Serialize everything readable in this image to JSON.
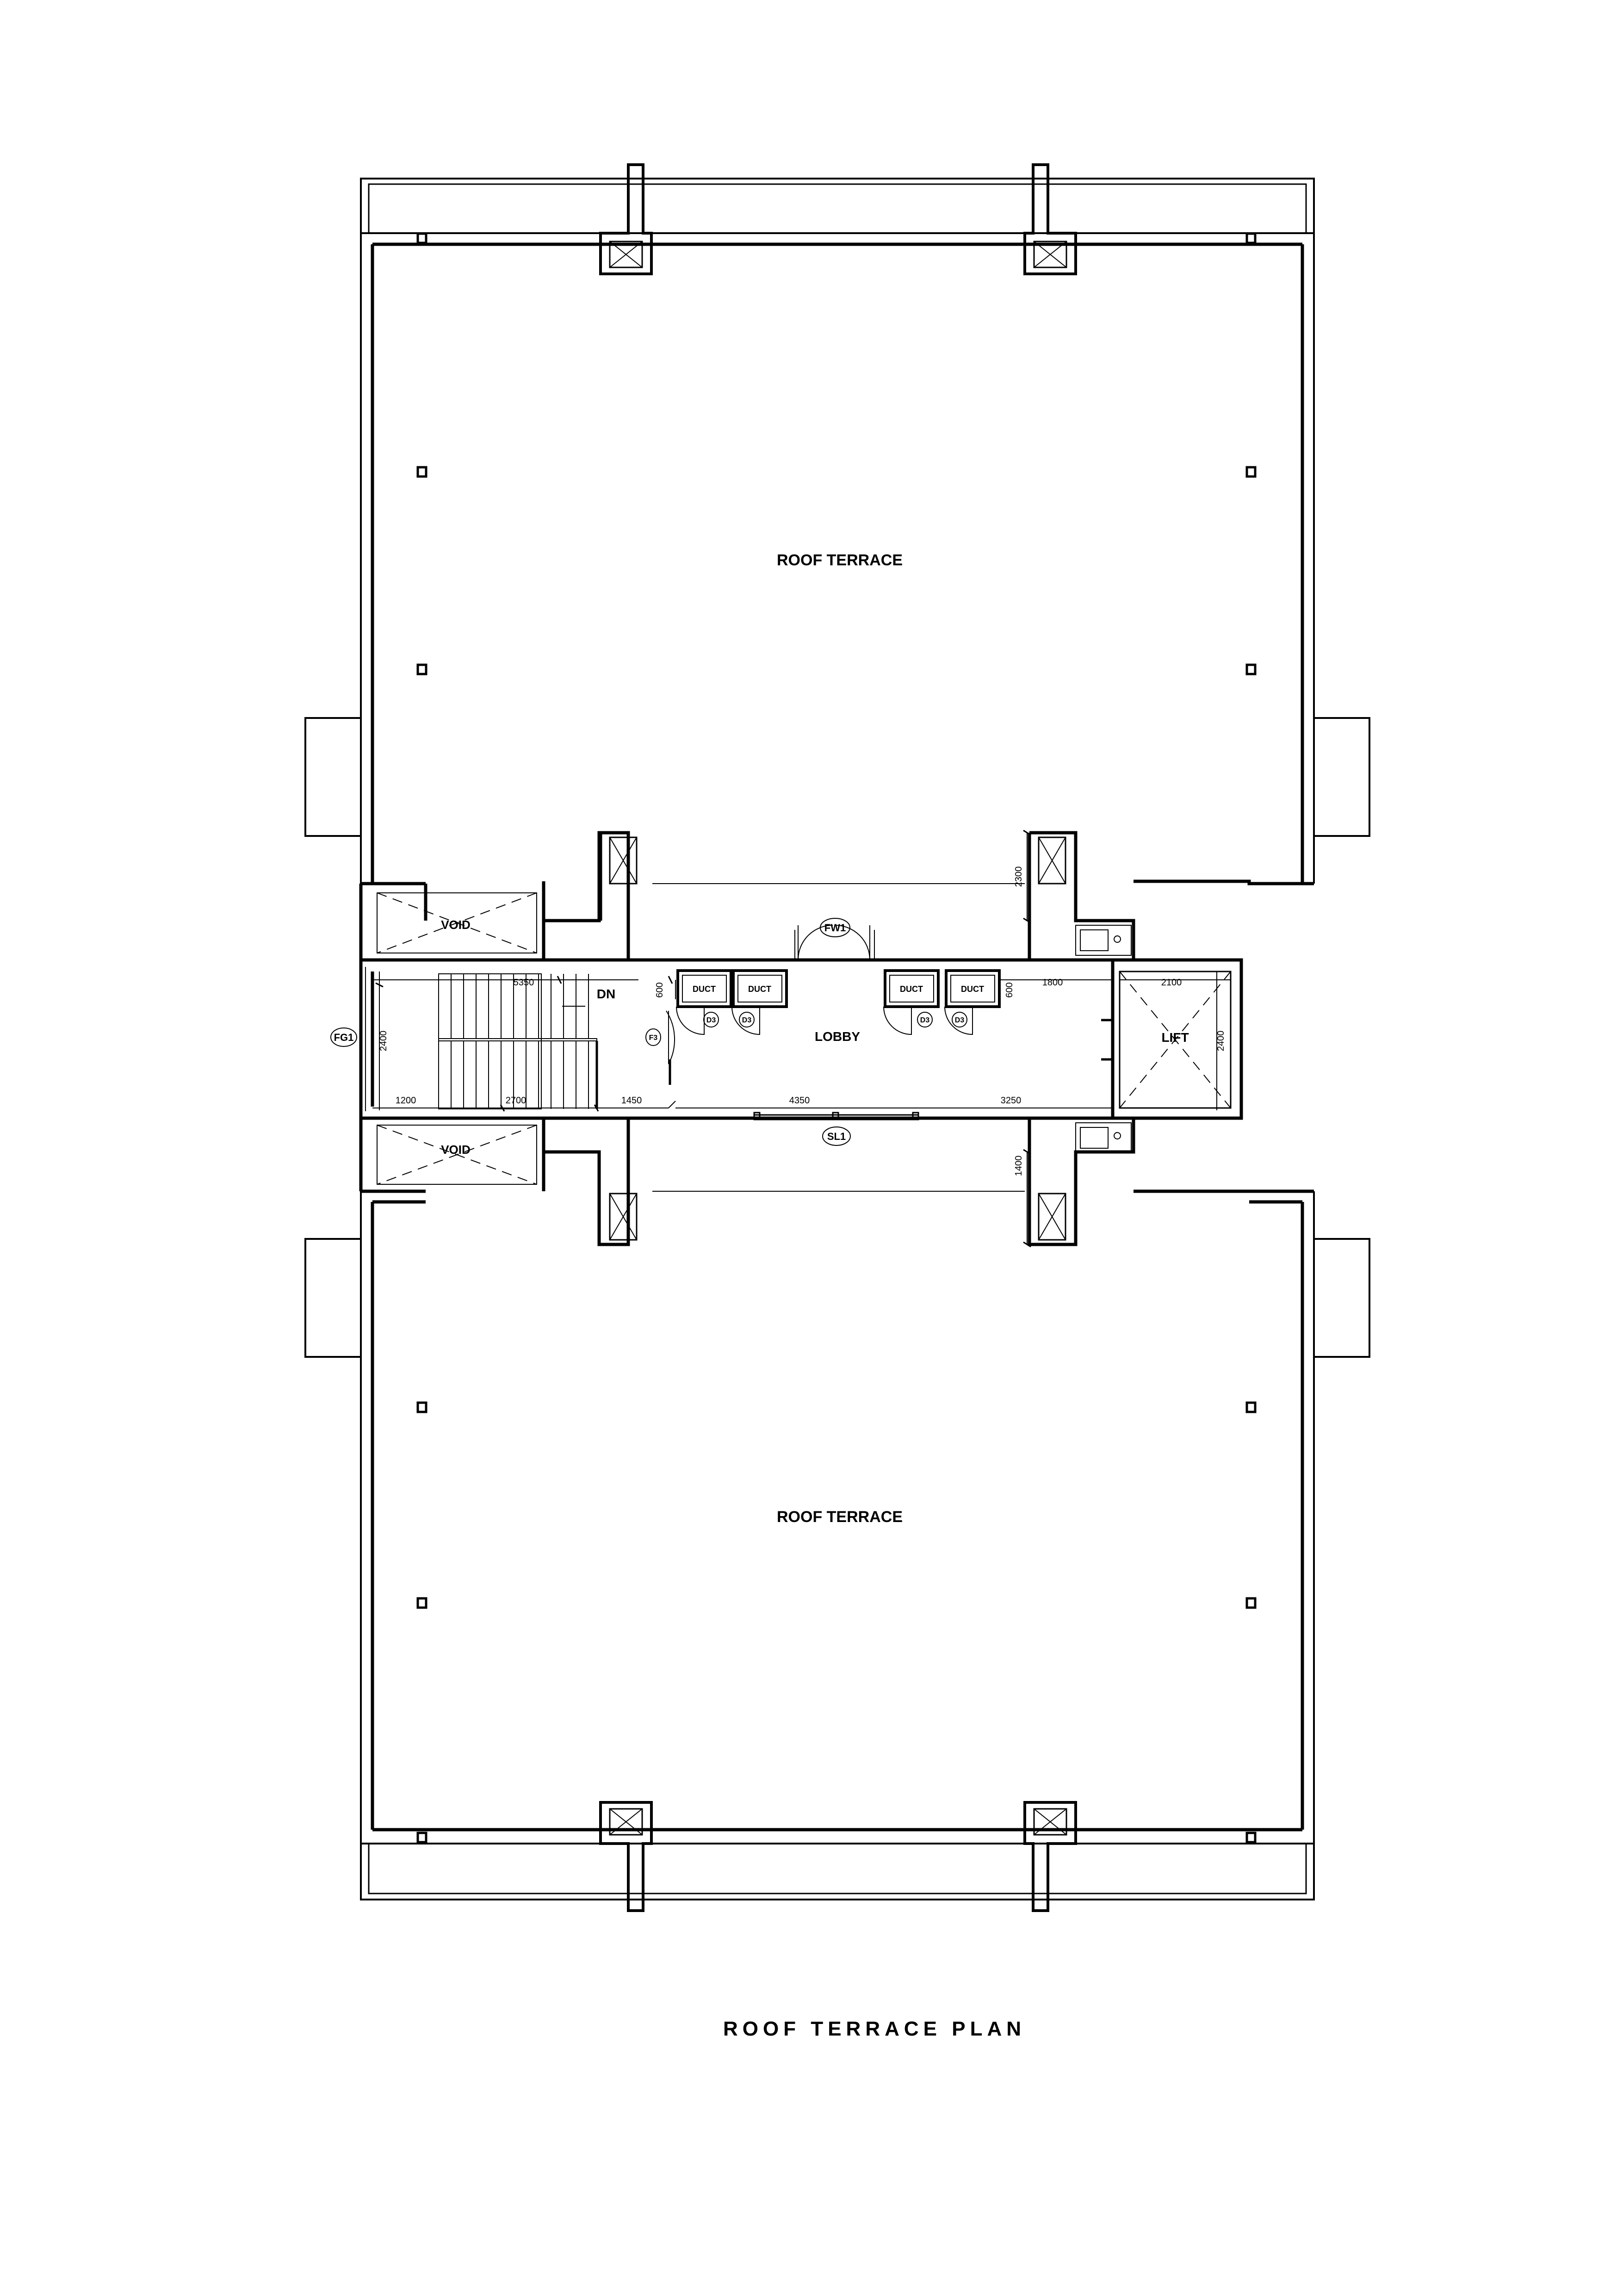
{
  "drawing": {
    "title": "ROOF TERRACE PLAN",
    "colors": {
      "ink": "#000000",
      "paper": "#ffffff"
    }
  },
  "rooms": {
    "roof_terrace_top": "ROOF TERRACE",
    "roof_terrace_bottom": "ROOF TERRACE",
    "void_top": "VOID",
    "void_bottom": "VOID",
    "lobby": "LOBBY",
    "lift": "LIFT",
    "duct_1": "DUCT",
    "duct_2": "DUCT",
    "duct_3": "DUCT",
    "duct_4": "DUCT",
    "stair_dn": "DN"
  },
  "tags": {
    "fire_window": "FW1",
    "fire_glass": "FG1",
    "sliding_door": "SL1",
    "door_f3": "F3",
    "door_d1": "D3",
    "door_d2": "D3",
    "door_d3": "D3",
    "door_d4": "D3"
  },
  "dimensions": {
    "stair_run": "5350",
    "stair_width": "2400",
    "stair_landing": "1200",
    "stair_flight": "2700",
    "stair_exit": "1450",
    "duct_depth_left": "600",
    "duct_depth_right": "600",
    "lobby_length": "4350",
    "lobby_right": "3250",
    "lift_approach": "1800",
    "lift_width": "2100",
    "lift_depth": "2400",
    "upper_setback": "2300",
    "lower_setback": "1400"
  }
}
